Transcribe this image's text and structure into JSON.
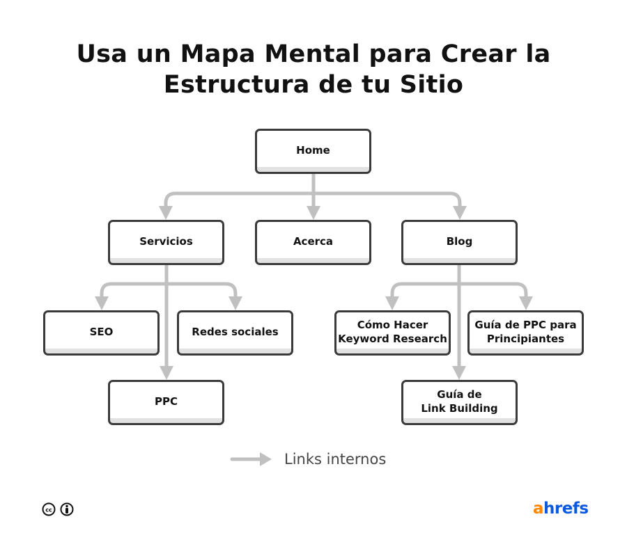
{
  "title": [
    "Usa un Mapa Mental para Crear la",
    "Estructura de tu Sitio"
  ],
  "nodes": {
    "home": "Home",
    "servicios": "Servicios",
    "acerca": "Acerca",
    "blog": "Blog",
    "seo": "SEO",
    "redes": "Redes sociales",
    "ppc": "PPC",
    "keyword": "Cómo Hacer\nKeyword Research",
    "guia_ppc": "Guía de PPC para\nPrincipiantes",
    "link_building": "Guía de\nLink Building"
  },
  "legend": {
    "label": "Links internos",
    "icon": "arrow-right-icon"
  },
  "footer": {
    "license_icons": [
      "cc-icon",
      "attribution-icon"
    ],
    "logo_a": "a",
    "logo_rest": "hrefs"
  },
  "colors": {
    "line": "#c0c0c0",
    "border": "#3a3a3a",
    "logo_orange": "#ff8800",
    "logo_blue": "#0a59e0"
  }
}
